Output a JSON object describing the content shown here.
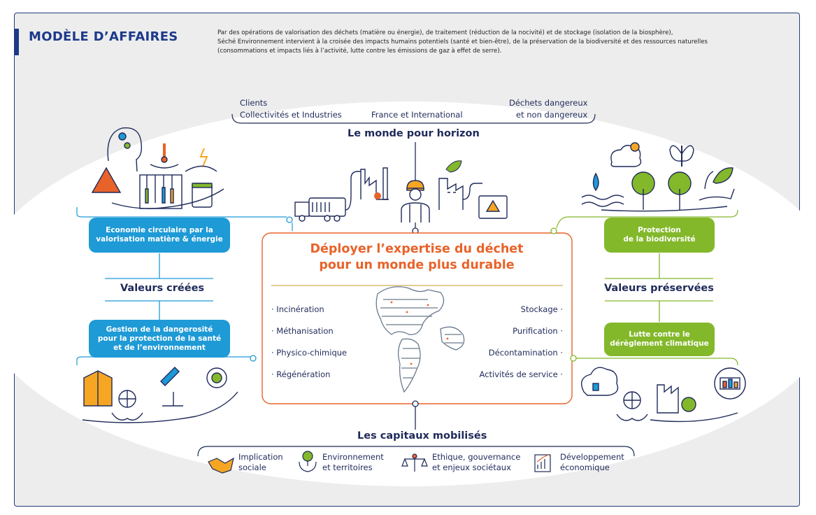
{
  "header": {
    "title": "MODÈLE D’AFFAIRES",
    "intro": [
      "Par des opérations de valorisation des déchets (matière ou énergie), de traitement (réduction de la nocivité) et de stockage (isolation de la biosphère),",
      "Séché Environnement intervient à la croisée des impacts humains potentiels (santé et bien-être), de la préservation de la biodiversité et des ressources naturelles",
      "(consommations et impacts liés à l’activité, lutte contre les émissions de gaz à effet de serre)."
    ]
  },
  "horizon": {
    "items": [
      "Clients",
      "Collectivités et Industries",
      "France et International",
      "Déchets dangereux",
      "et non dangereux"
    ],
    "title": "Le monde pour horizon"
  },
  "left": {
    "pill_top": [
      "Economie circulaire par la",
      "valorisation matière & énergie"
    ],
    "heading": "Valeurs créées",
    "pill_bottom": [
      "Gestion de la dangerosité",
      "pour la protection de la santé",
      "et de l’environnement"
    ]
  },
  "right": {
    "pill_top": [
      "Protection",
      "de la biodiversité"
    ],
    "heading": "Valeurs préservées",
    "pill_bottom": [
      "Lutte contre le",
      "dérèglement climatique"
    ]
  },
  "center": {
    "title": [
      "Déployer l’expertise du déchet",
      "pour un monde plus durable"
    ],
    "left_items": [
      "· Incinération",
      "· Méthanisation",
      "· Physico-chimique",
      "· Régénération"
    ],
    "right_items": [
      "Stockage ·",
      "Purification ·",
      "Décontamination ·",
      "Activités de service ·"
    ]
  },
  "capitals": {
    "title": "Les capitaux mobilisés",
    "items": [
      {
        "line1": "Implication",
        "line2": "sociale",
        "icon": "handshake-icon"
      },
      {
        "line1": "Environnement",
        "line2": "et territoires",
        "icon": "tree-in-hands-icon"
      },
      {
        "line1": "Ethique, gouvernance",
        "line2": "et enjeux sociétaux",
        "icon": "scales-icon"
      },
      {
        "line1": "Développement",
        "line2": "économique",
        "icon": "growth-chart-icon"
      }
    ]
  },
  "colors": {
    "navy": "#1f2a5a",
    "blue": "#1e9ad6",
    "green": "#83b82b",
    "orange": "#e8632a"
  }
}
